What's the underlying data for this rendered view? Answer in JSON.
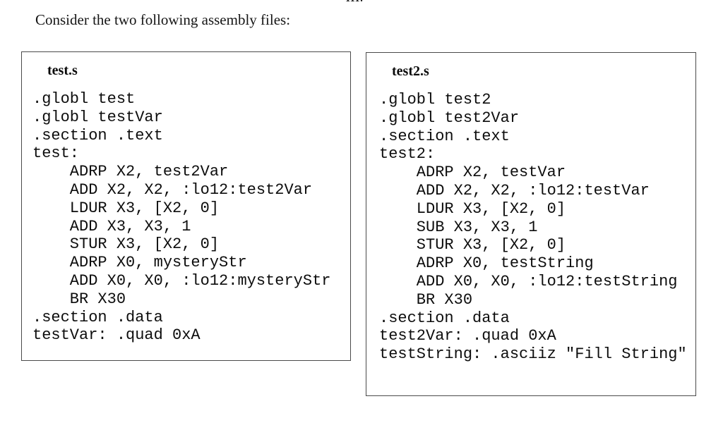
{
  "page": {
    "section_marker": "III.",
    "intro_text": "Consider the two following assembly files:"
  },
  "panels": {
    "left": {
      "title": "test.s",
      "code_lines": [
        ".globl test",
        ".globl testVar",
        ".section .text",
        "test:",
        "    ADRP X2, test2Var",
        "    ADD X2, X2, :lo12:test2Var",
        "    LDUR X3, [X2, 0]",
        "    ADD X3, X3, 1",
        "    STUR X3, [X2, 0]",
        "    ADRP X0, mysteryStr",
        "    ADD X0, X0, :lo12:mysteryStr",
        "    BR X30",
        ".section .data",
        "testVar: .quad 0xA"
      ]
    },
    "right": {
      "title": "test2.s",
      "code_lines": [
        ".globl test2",
        ".globl test2Var",
        ".section .text",
        "test2:",
        "    ADRP X2, testVar",
        "    ADD X2, X2, :lo12:testVar",
        "    LDUR X3, [X2, 0]",
        "    SUB X3, X3, 1",
        "    STUR X3, [X2, 0]",
        "    ADRP X0, testString",
        "    ADD X0, X0, :lo12:testString",
        "    BR X30",
        ".section .data",
        "test2Var: .quad 0xA",
        "testString: .asciiz \"Fill String\""
      ]
    }
  },
  "colors": {
    "background": "#ffffff",
    "text": "#111111",
    "border": "#4a4a4a"
  }
}
